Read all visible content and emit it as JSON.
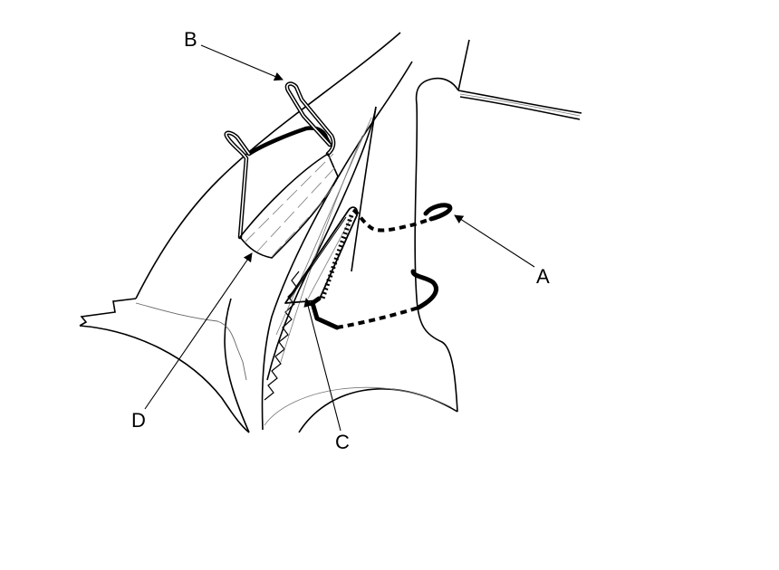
{
  "colors": {
    "line": "#000000",
    "thin_line": "#555555",
    "background": "#ffffff"
  },
  "callouts": {
    "a": "A",
    "b": "B",
    "c": "C",
    "d": "D"
  }
}
